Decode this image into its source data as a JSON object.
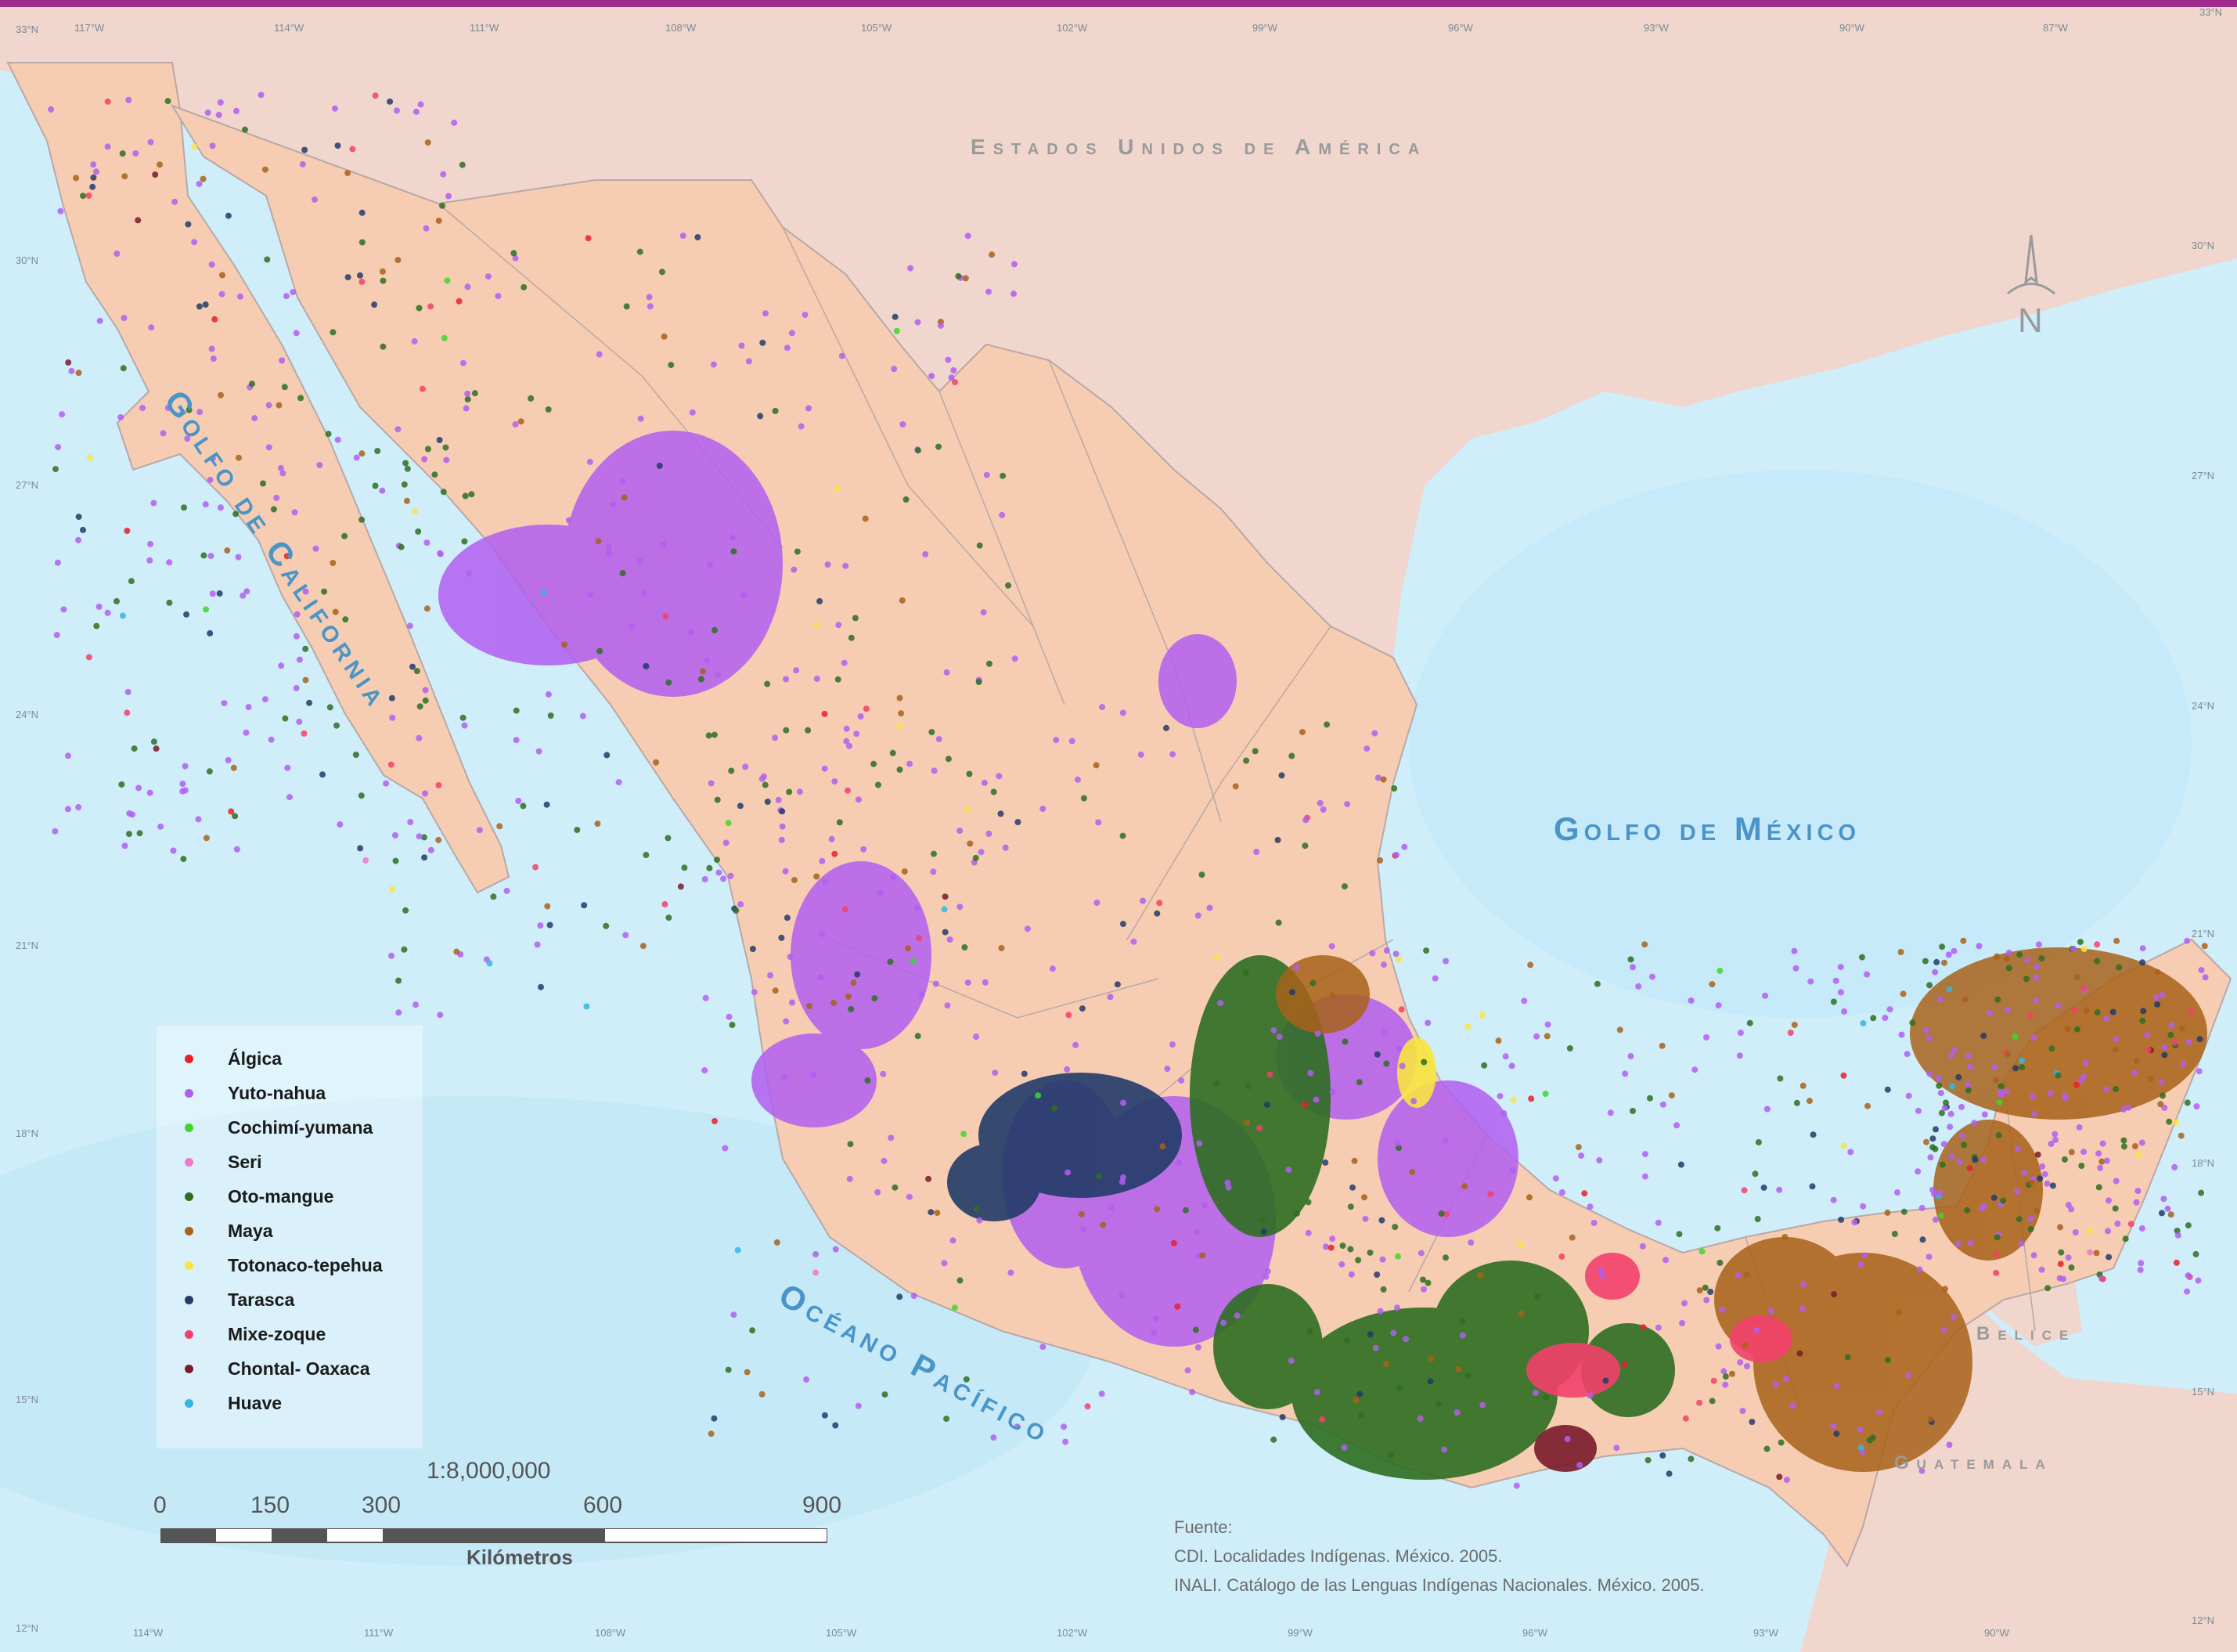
{
  "map": {
    "seas": {
      "golfo_california": "Golfo de California",
      "golfo_mexico": "Golfo de México",
      "oceano_pacifico": "Océano Pacífico"
    },
    "countries": {
      "usa": "Estados Unidos de América",
      "belice": "Belice",
      "guatemala": "Guatemala"
    },
    "north_label": "N",
    "top_ticks": [
      "117°W",
      "114°W",
      "111°W",
      "108°W",
      "105°W",
      "102°W",
      "99°W",
      "96°W",
      "93°W",
      "90°W",
      "87°W"
    ],
    "bottom_ticks": [
      "114°W",
      "111°W",
      "108°W",
      "105°W",
      "102°W",
      "99°W",
      "96°W",
      "93°W",
      "90°W"
    ],
    "left_ticks": [
      "33°N",
      "30°N",
      "27°N",
      "24°N",
      "21°N",
      "18°N",
      "15°N",
      "12°N"
    ],
    "right_ticks": [
      "30°N",
      "27°N",
      "24°N",
      "21°N",
      "18°N",
      "15°N",
      "12°N"
    ],
    "corner_ticks": {
      "top_right": "33°N"
    },
    "colors": {
      "land": "#f6cdb2",
      "neighbor_land": "#f0d6cc",
      "ocean": "#cfeefa",
      "border": "#b8a8a8"
    }
  },
  "legend": {
    "items": [
      {
        "label": "Álgica",
        "color": "#e8202a"
      },
      {
        "label": "Yuto-nahua",
        "color": "#b15ef0"
      },
      {
        "label": "Cochimí-yumana",
        "color": "#3fd62c"
      },
      {
        "label": "Seri",
        "color": "#f178c9"
      },
      {
        "label": "Oto-mangue",
        "color": "#2e6e21"
      },
      {
        "label": "Maya",
        "color": "#a8621a"
      },
      {
        "label": "Totonaco-tepehua",
        "color": "#f7e640"
      },
      {
        "label": "Tarasca",
        "color": "#223b68"
      },
      {
        "label": "Mixe-zoque",
        "color": "#f2416a"
      },
      {
        "label": "Chontal- Oaxaca",
        "color": "#7a1a2a"
      },
      {
        "label": "Huave",
        "color": "#36b6e0"
      }
    ]
  },
  "scale": {
    "ratio": "1:8,000,000",
    "ticks": [
      "0",
      "150",
      "300",
      "600",
      "900"
    ],
    "unit": "Kilómetros"
  },
  "source": {
    "heading": "Fuente:",
    "line1": "CDI. Localidades Indígenas. México. 2005.",
    "line2": "INALI. Catálogo de las Lenguas Indígenas Nacionales. México. 2005."
  }
}
